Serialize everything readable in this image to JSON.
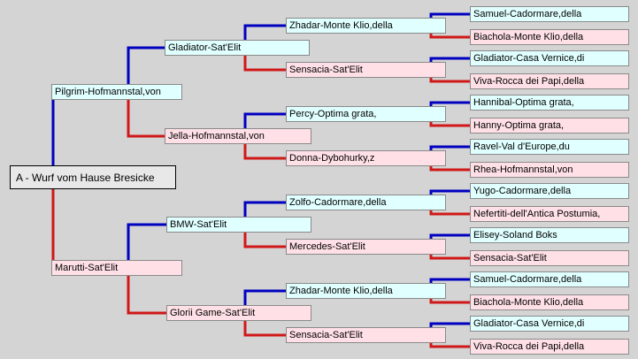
{
  "colors": {
    "background": "#d4d4d4",
    "male_box": "#e0ffff",
    "female_box": "#ffe0e6",
    "sire_line": "#0000c0",
    "dam_line": "#d01818"
  },
  "root": {
    "name": "A - Wurf vom Hause Bresicke"
  },
  "gen1": {
    "sire": {
      "name": "Pilgrim-Hofmannstal,von"
    },
    "dam": {
      "name": "Marutti-Sat'Elit"
    }
  },
  "gen2": {
    "ss": {
      "name": "Gladiator-Sat'Elit"
    },
    "sd": {
      "name": "Jella-Hofmannstal,von"
    },
    "ds": {
      "name": "BMW-Sat'Elit"
    },
    "dd": {
      "name": "Glorii Game-Sat'Elit"
    }
  },
  "gen3": {
    "sss": {
      "name": "Zhadar-Monte Klio,della"
    },
    "ssd": {
      "name": "Sensacia-Sat'Elit"
    },
    "sds": {
      "name": "Percy-Optima grata,"
    },
    "sdd": {
      "name": "Donna-Dybohurky,z"
    },
    "dss": {
      "name": "Zolfo-Cadormare,della"
    },
    "dsd": {
      "name": "Mercedes-Sat'Elit"
    },
    "dds": {
      "name": "Zhadar-Monte Klio,della"
    },
    "ddd": {
      "name": "Sensacia-Sat'Elit"
    }
  },
  "gen4": [
    {
      "name": "Samuel-Cadormare,della"
    },
    {
      "name": "Biachola-Monte Klio,della"
    },
    {
      "name": "Gladiator-Casa Vernice,di"
    },
    {
      "name": "Viva-Rocca dei Papi,della"
    },
    {
      "name": "Hannibal-Optima grata,"
    },
    {
      "name": "Hanny-Optima grata,"
    },
    {
      "name": "Ravel-Val d'Europe,du"
    },
    {
      "name": "Rhea-Hofmannstal,von"
    },
    {
      "name": "Yugo-Cadormare,della"
    },
    {
      "name": "Nefertiti-dell'Antica Postumia,"
    },
    {
      "name": "Elisey-Soland Boks"
    },
    {
      "name": "Sensacia-Sat'Elit"
    },
    {
      "name": "Samuel-Cadormare,della"
    },
    {
      "name": "Biachola-Monte Klio,della"
    },
    {
      "name": "Gladiator-Casa Vernice,di"
    },
    {
      "name": "Viva-Rocca dei Papi,della"
    }
  ]
}
